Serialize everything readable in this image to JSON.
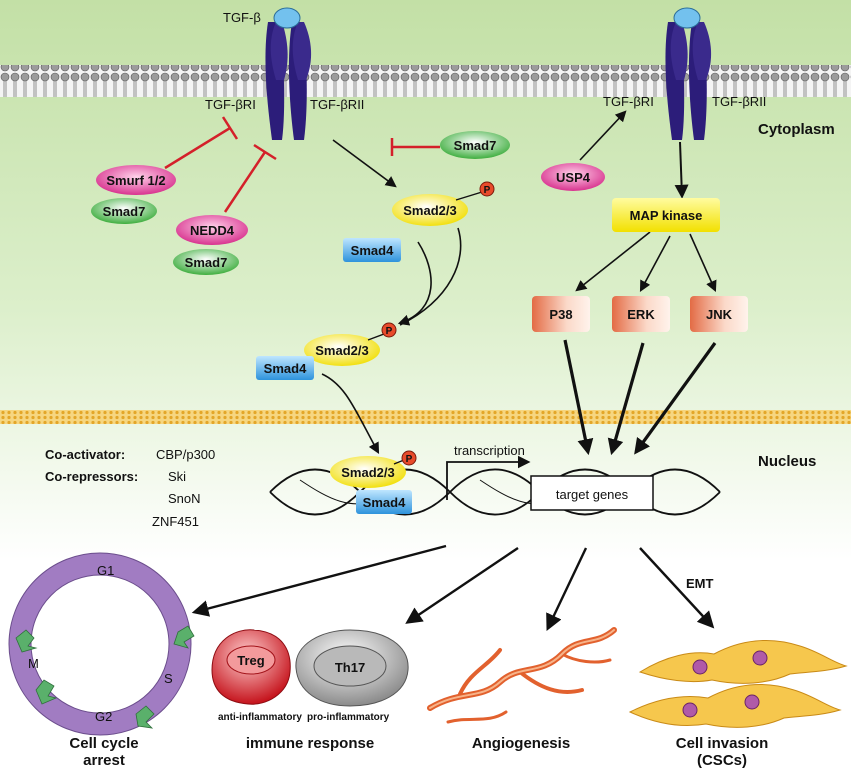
{
  "ligand": "TGF-β",
  "receptors": {
    "r1_left": "TGF-βRI",
    "r2_left": "TGF-βRII",
    "r1_right": "TGF-βRI",
    "r2_right": "TGF-βRII"
  },
  "compartments": {
    "cytoplasm": "Cytoplasm",
    "nucleus": "Nucleus"
  },
  "proteins": {
    "smurf": "Smurf 1/2",
    "smad7_a": "Smad7",
    "nedd4": "NEDD4",
    "smad7_b": "Smad7",
    "smad7_c": "Smad7",
    "usp4": "USP4",
    "smad23_a": "Smad2/3",
    "smad4_a": "Smad4",
    "smad23_b": "Smad2/3",
    "smad4_b": "Smad4",
    "smad23_c": "Smad2/3",
    "smad4_c": "Smad4",
    "p": "P",
    "mapk": "MAP kinase",
    "p38": "P38",
    "erk": "ERK",
    "jnk": "JNK"
  },
  "nucleus": {
    "coact_label": "Co-activator:",
    "coact_value": "CBP/p300",
    "corep_label": "Co-repressors:",
    "corep_1": "Ski",
    "corep_2": "SnoN",
    "corep_3": "ZNF451",
    "transcription": "transcription",
    "target_genes": "target genes"
  },
  "cell_cycle": {
    "g1": "G1",
    "s": "S",
    "g2": "G2",
    "m": "M"
  },
  "immune": {
    "treg": "Treg",
    "th17": "Th17",
    "anti": "anti-inflammatory",
    "pro": "pro-inflammatory"
  },
  "emt": "EMT",
  "outcomes": {
    "cell_cycle_1": "Cell cycle",
    "cell_cycle_2": "arrest",
    "immune": "immune response",
    "angio": "Angiogenesis",
    "invasion_1": "Cell invasion",
    "invasion_2": "(CSCs)"
  }
}
